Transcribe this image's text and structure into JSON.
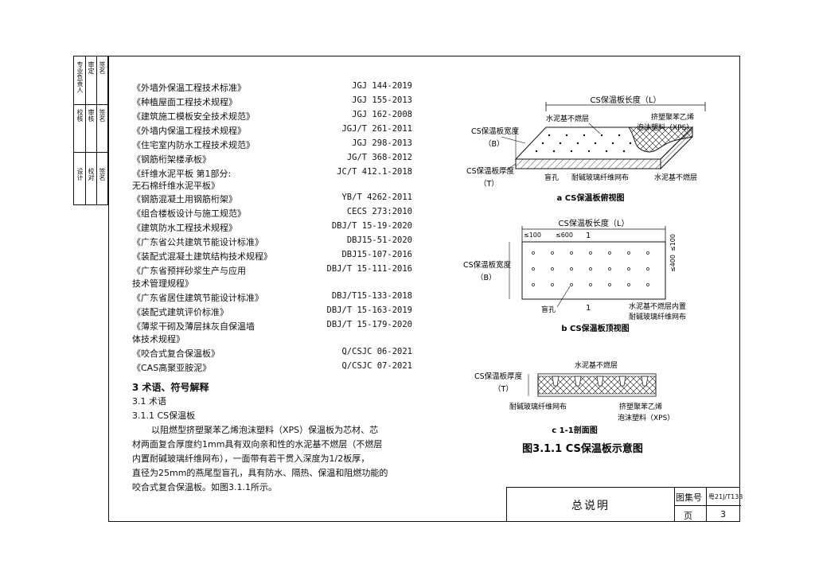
{
  "sidebar": {
    "row1": [
      "专业负责人",
      "校核",
      "设计"
    ],
    "row2": [
      "审定",
      "审核",
      "校对"
    ],
    "sign": [
      "签名",
      "签名",
      "签名"
    ]
  },
  "standards": [
    {
      "name": "《外墙外保温工程技术标准》",
      "code": "JGJ 144-2019"
    },
    {
      "name": "《种植屋面工程技术规程》",
      "code": "JGJ 155-2013"
    },
    {
      "name": "《建筑施工模板安全技术规范》",
      "code": "JGJ 162-2008"
    },
    {
      "name": "《外墙内保温工程技术规程》",
      "code": "JGJ/T 261-2011"
    },
    {
      "name": "《住宅室内防水工程技术规范》",
      "code": "JGJ 298-2013"
    },
    {
      "name": "《钢筋桁架楼承板》",
      "code": "JG/T 368-2012"
    },
    {
      "name": "《纤维水泥平板 第1部分:",
      "code": "JC/T 412.1-2018",
      "cont": "无石棉纤维水泥平板》"
    },
    {
      "name": "《钢筋混凝土用钢筋桁架》",
      "code": "YB/T 4262-2011"
    },
    {
      "name": "《组合楼板设计与施工规范》",
      "code": "CECS 273:2010"
    },
    {
      "name": "《建筑防水工程技术规程》",
      "code": "DBJ/T 15-19-2020"
    },
    {
      "name": "《广东省公共建筑节能设计标准》",
      "code": "DBJ15-51-2020"
    },
    {
      "name": "《装配式混凝土建筑结构技术规程》",
      "code": "DBJ15-107-2016"
    },
    {
      "name": "《广东省预拌砂浆生产与应用",
      "code": "DBJ/T 15-111-2016",
      "cont": "技术管理规程》"
    },
    {
      "name": "《广东省居住建筑节能设计标准》",
      "code": "DBJ/T15-133-2018"
    },
    {
      "name": "《装配式建筑评价标准》",
      "code": "DBJ/T 15-163-2019"
    },
    {
      "name": "《薄浆干砌及薄层抹灰自保温墙",
      "code": "DBJ/T 15-179-2020",
      "cont": "体技术规程》"
    },
    {
      "name": "《咬合式复合保温板》",
      "code": "Q/CSJC 06-2021"
    },
    {
      "name": "《CAS高聚亚胺泥》",
      "code": "Q/CSJC 07-2021"
    }
  ],
  "section": {
    "heading": "3   术语、符号解释",
    "sub1": "3.1  术语",
    "sub2": "3.1.1  CS保温板",
    "para": [
      "以阻燃型挤塑聚苯乙烯泡沫塑料（XPS）保温板为芯材、芯",
      "材两面复合厚度约1mm具有双向亲和性的水泥基不燃层（不燃层",
      "内置耐碱玻璃纤维网布），一面带有若干贯入深度为1/2板厚，",
      "直径为25mm的燕尾型盲孔，具有防水、隔热、保温和阻燃功能的",
      "咬合式复合保温板。如图3.1.1所示。"
    ]
  },
  "figure": {
    "a": {
      "length": "CS保温板长度（L）",
      "width1": "CS保温板宽度",
      "width2": "（B）",
      "thick1": "CS保温板厚度",
      "thick2": "（T）",
      "cement_top": "水泥基不燃层",
      "xps1": "挤塑聚苯乙烯",
      "xps2": "泡沫塑料（XPS）",
      "blind": "盲孔",
      "mesh": "耐碱玻璃纤维网布",
      "cement_right": "水泥基不燃层",
      "caption": "a  CS保温板俯视图"
    },
    "b": {
      "length": "CS保温板长度（L）",
      "d1": "≤100",
      "d2": "≤600",
      "d3": "≤100",
      "d4": "≤400",
      "sec": "1",
      "width1": "CS保温板宽度",
      "width2": "（B）",
      "blind": "盲孔",
      "note1": "水泥基不燃层内置",
      "note2": "耐碱玻璃纤维网布",
      "caption": "b  CS保温板顶视图"
    },
    "c": {
      "thick1": "CS保温板厚度",
      "thick2": "（T）",
      "cement": "水泥基不燃层",
      "mesh": "耐碱玻璃纤维网布",
      "xps1": "挤塑聚苯乙烯",
      "xps2": "泡沫塑料（XPS）",
      "caption": "c  1-1剖面图"
    },
    "title": "图3.1.1  CS保温板示意图"
  },
  "titleblock": {
    "title": "总说明",
    "label1": "图集号",
    "value1": "粤21J/T133",
    "label2": "页",
    "value2": "3"
  }
}
